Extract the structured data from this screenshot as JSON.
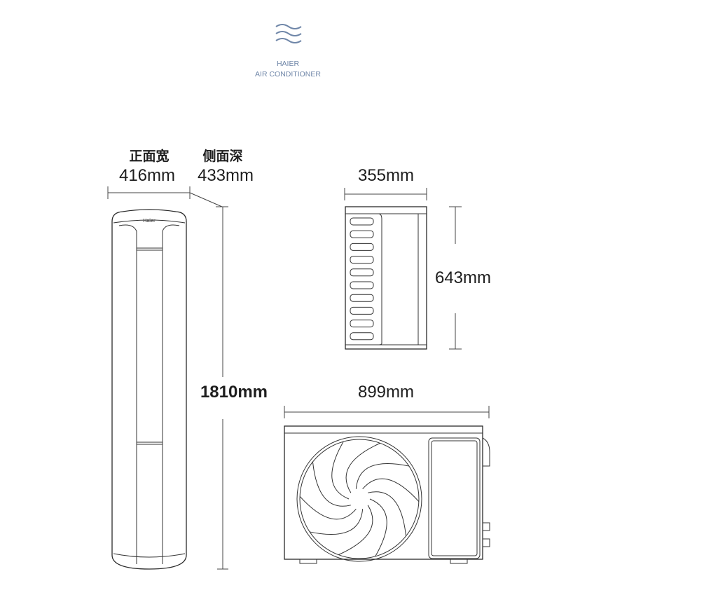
{
  "logo": {
    "line1": "HAIER",
    "line2": "AIR CONDITIONER",
    "color": "#6f86a8",
    "icon": "waves-icon"
  },
  "indoor": {
    "width_label": "正面宽",
    "width_value": "416mm",
    "depth_label": "侧面深",
    "depth_value": "433mm",
    "height_value": "1810mm",
    "brand_mark": "Haier"
  },
  "outdoor": {
    "depth_value": "355mm",
    "height_value": "643mm",
    "width_value": "899mm",
    "fan_blades": 10,
    "side_slots": 10
  }
}
